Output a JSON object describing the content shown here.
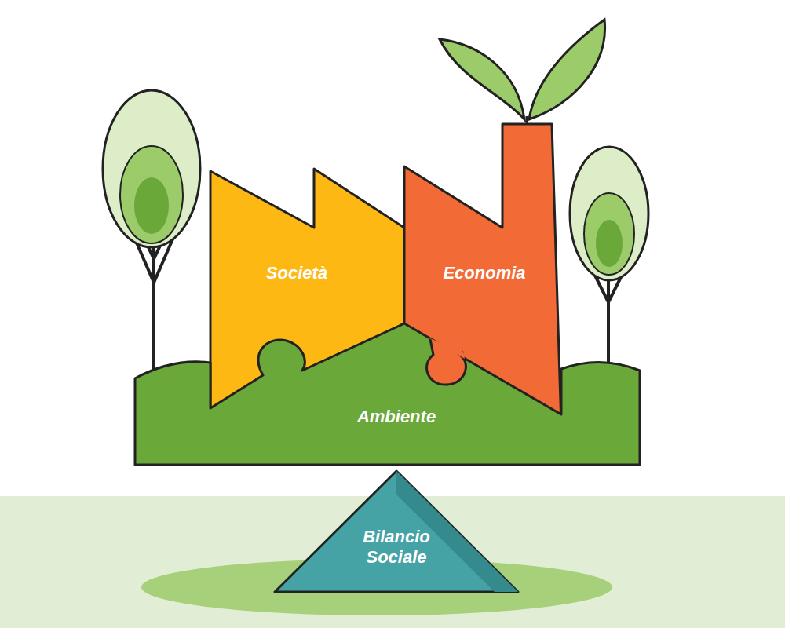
{
  "diagram": {
    "nodes": [
      {
        "text": [
          "Società"
        ]
      },
      {
        "text": [
          "Economia"
        ]
      },
      {
        "text": [
          "Ambiente"
        ]
      },
      {
        "text": [
          "Bilancio Sociale"
        ]
      }
    ]
  }
}
